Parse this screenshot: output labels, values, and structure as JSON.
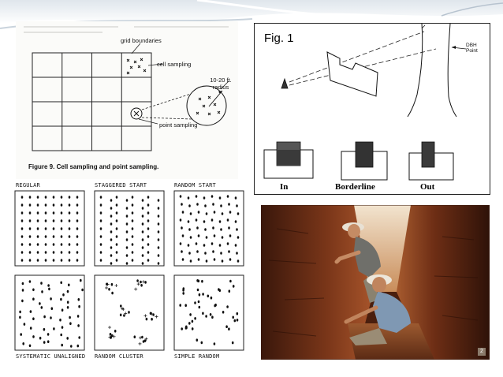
{
  "cell_sampling_figure": {
    "label_grid_boundaries": "grid boundaries",
    "label_cell_sampling": "cell sampling",
    "label_radius": "10-20 ft. radius",
    "label_point_sampling": "point sampling",
    "caption": "Figure 9.  Cell sampling and point sampling."
  },
  "fig1": {
    "title": "Fig. 1",
    "dbh_label": "DBH Point",
    "labels": [
      "In",
      "Borderline",
      "Out"
    ]
  },
  "patterns": {
    "top_labels": [
      "REGULAR",
      "STAGGERED START",
      "RANDOM START"
    ],
    "bottom_labels": [
      "SYSTEMATIC UNALIGNED",
      "RANDOM CLUSTER",
      "SIMPLE RANDOM"
    ]
  },
  "photo": {
    "slide_number": "2"
  }
}
